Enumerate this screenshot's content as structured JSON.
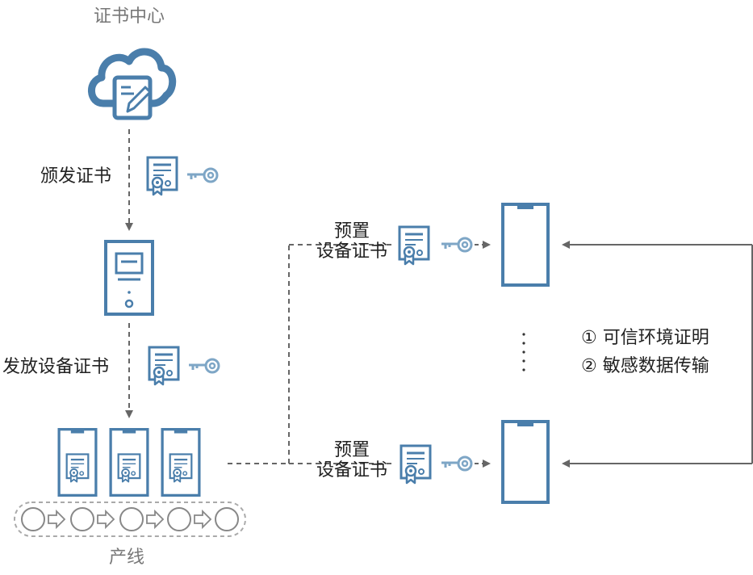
{
  "labels": {
    "cert_center": "证书中心",
    "issue_cert": "颁发证书",
    "distribute_device_cert": "发放设备证书",
    "preset_device_cert_top": [
      "预置",
      "设备证书"
    ],
    "preset_device_cert_bottom": [
      "预置",
      "设备证书"
    ],
    "production_line": "产线"
  },
  "legend": {
    "item1": "① 可信环境证明",
    "item2": "② 敏感数据传输"
  },
  "colors": {
    "accent": "#4a7eab",
    "arrow": "#666666",
    "muted_text": "#777777"
  },
  "icons": [
    "cloud-edit-icon",
    "certificate-icon",
    "key-icon",
    "server-icon",
    "phone-icon",
    "conveyor-icon",
    "ellipsis-vertical-icon"
  ]
}
